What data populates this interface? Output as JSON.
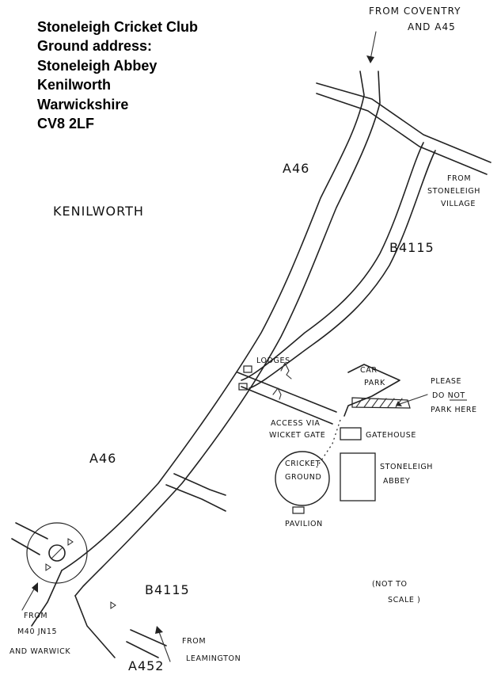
{
  "address": {
    "lines": [
      "Stoneleigh Cricket Club",
      "Ground address:",
      "Stoneleigh Abbey",
      "Kenilworth",
      "Warwickshire",
      "CV8 2LF"
    ]
  },
  "labels": {
    "from_coventry_1": "FROM COVENTRY",
    "from_coventry_2": "AND A45",
    "a46_top": "A46",
    "a46_bottom": "A46",
    "kenilworth": "KENILWORTH",
    "from_stoneleigh_1": "FROM",
    "from_stoneleigh_2": "STONELEIGH",
    "from_stoneleigh_3": "VILLAGE",
    "b4115_top": "B4115",
    "b4115_bottom": "B4115",
    "lodges": "LODGES",
    "car_park_1": "CAR",
    "car_park_2": "PARK",
    "please_1": "PLEASE",
    "please_2": "DO NOT",
    "please_3": "PARK HERE",
    "access_1": "ACCESS VIA",
    "access_2": "WICKET GATE",
    "gatehouse": "GATEHOUSE",
    "cricket_1": "CRICKET",
    "cricket_2": "GROUND",
    "pavilion": "PAVILION",
    "abbey_1": "STONELEIGH",
    "abbey_2": "ABBEY",
    "from_m40_1": "FROM",
    "from_m40_2": "M40 JN15",
    "from_m40_3": "AND WARWICK",
    "from_leam_1": "FROM",
    "from_leam_2": "LEAMINGTON",
    "a452": "A452",
    "not_to_scale_1": "(NOT TO",
    "not_to_scale_2": "SCALE )"
  },
  "colors": {
    "ink": "#222222",
    "background": "#ffffff"
  }
}
